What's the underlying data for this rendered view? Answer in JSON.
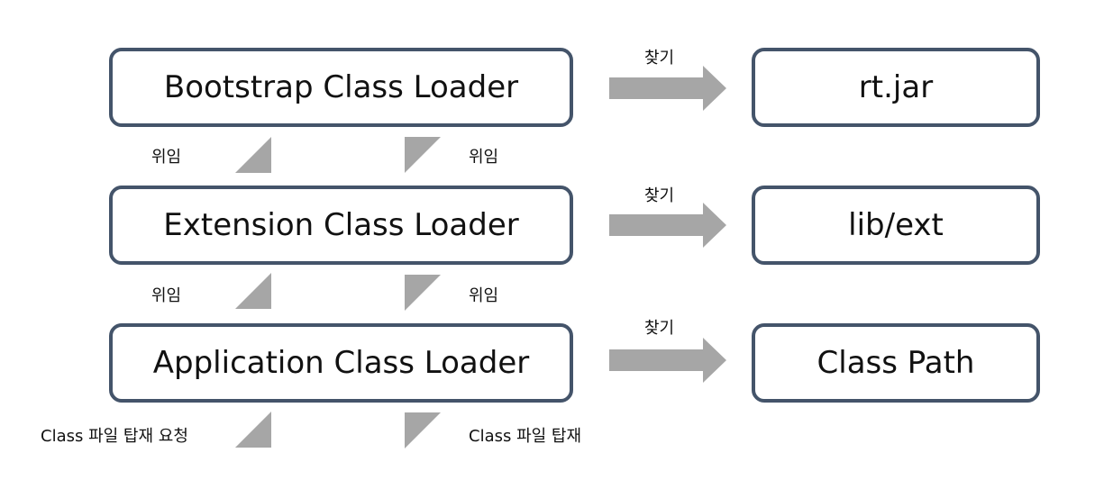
{
  "loaders": [
    {
      "label": "Bootstrap Class Loader"
    },
    {
      "label": "Extension Class Loader"
    },
    {
      "label": "Application Class Loader"
    }
  ],
  "targets": [
    {
      "label": "rt.jar"
    },
    {
      "label": "lib/ext"
    },
    {
      "label": "Class Path"
    }
  ],
  "find_label": "찾기",
  "delegate_label": "위임",
  "request_label": "Class 파일 탑재 요청",
  "load_label": "Class 파일 탑재",
  "colors": {
    "box_border": "#44546a",
    "arrow_fill": "#a6a6a6"
  }
}
